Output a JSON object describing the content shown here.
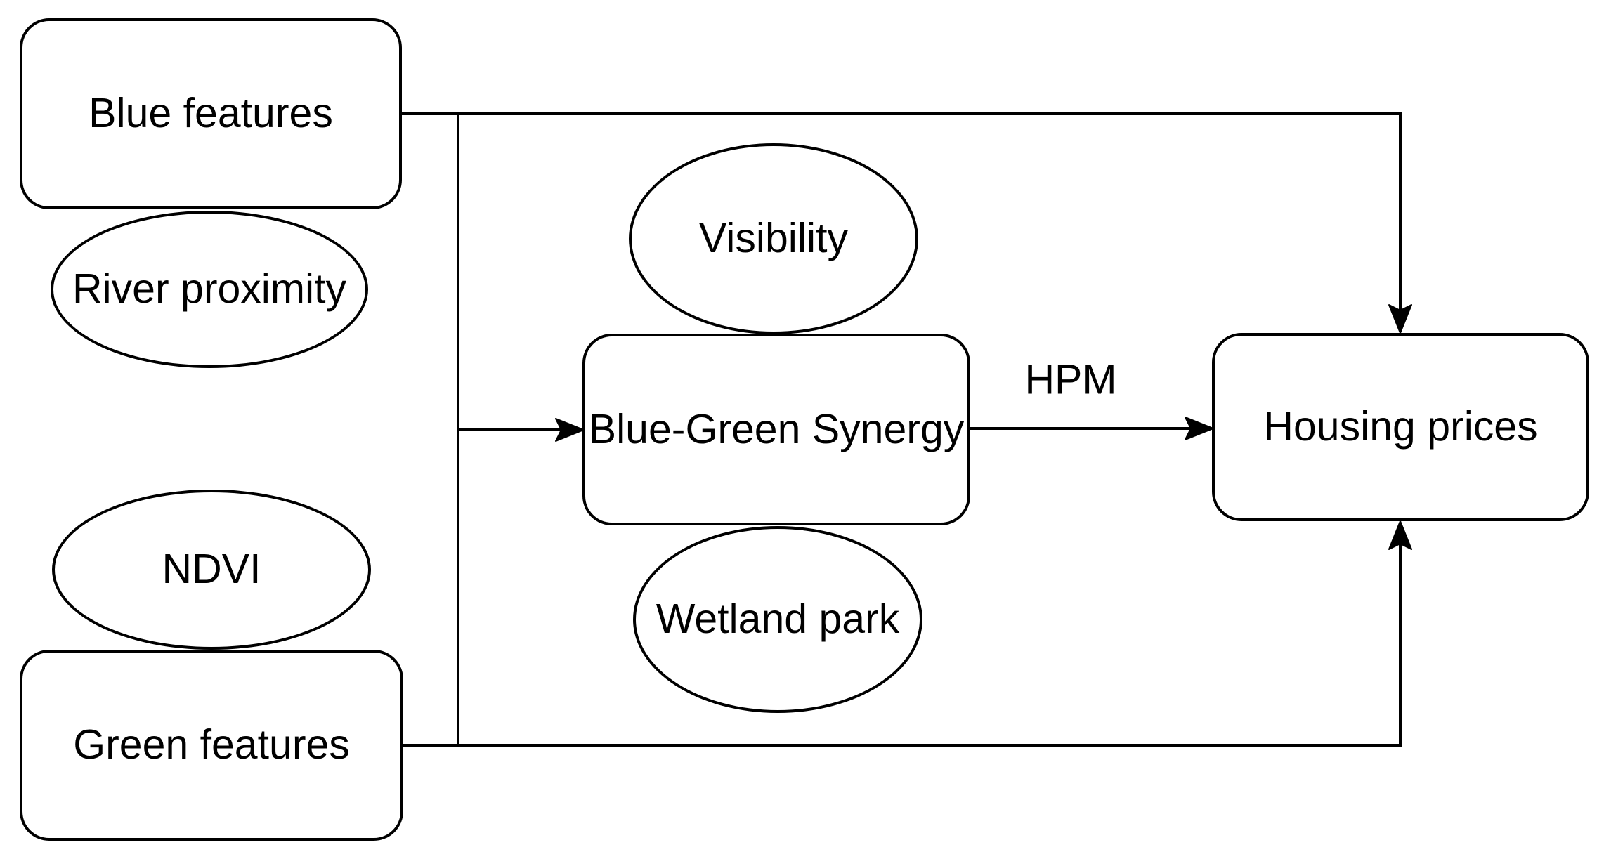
{
  "diagram": {
    "type": "flow-diagram",
    "background_color": "#ffffff",
    "stroke_color": "#000000",
    "text_color": "#000000",
    "nodes": {
      "blue_features": {
        "label": "Blue features",
        "shape": "rounded-rect"
      },
      "river_proximity": {
        "label": "River proximity",
        "shape": "ellipse"
      },
      "ndvi": {
        "label": "NDVI",
        "shape": "ellipse"
      },
      "green_features": {
        "label": "Green features",
        "shape": "rounded-rect"
      },
      "visibility": {
        "label": "Visibility",
        "shape": "ellipse"
      },
      "blue_green_synergy": {
        "label": "Blue-Green Synergy",
        "shape": "rounded-rect"
      },
      "wetland_park": {
        "label": "Wetland park",
        "shape": "ellipse"
      },
      "housing_prices": {
        "label": "Housing prices",
        "shape": "rounded-rect"
      }
    },
    "edges": [
      {
        "from": "Blue features",
        "to": "Housing prices",
        "label": ""
      },
      {
        "from": "Green features",
        "to": "Housing prices",
        "label": ""
      },
      {
        "from": "Blue features / Green features",
        "to": "Blue-Green Synergy",
        "label": ""
      },
      {
        "from": "Blue-Green Synergy",
        "to": "Housing prices",
        "label": "HPM"
      }
    ]
  }
}
